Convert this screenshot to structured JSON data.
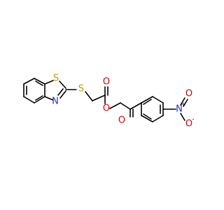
{
  "molecule": {
    "atoms": {
      "s_ring": {
        "symbol": "S",
        "color": "#b8a000"
      },
      "s_thio": {
        "symbol": "S",
        "color": "#b8a000"
      },
      "n_ring": {
        "symbol": "N",
        "color": "#2233cc"
      },
      "o_carbonyl_ester": {
        "symbol": "O",
        "color": "#dd0000"
      },
      "o_ester": {
        "symbol": "O",
        "color": "#dd0000"
      },
      "o_ketone": {
        "symbol": "O",
        "color": "#dd0000"
      },
      "n_nitro": {
        "symbol": "N",
        "color": "#2233cc",
        "charge": "+"
      },
      "o_nitro_top": {
        "symbol": "O",
        "color": "#dd0000"
      },
      "o_nitro_bottom": {
        "symbol": "O",
        "color": "#dd0000",
        "charge": "-"
      }
    }
  }
}
